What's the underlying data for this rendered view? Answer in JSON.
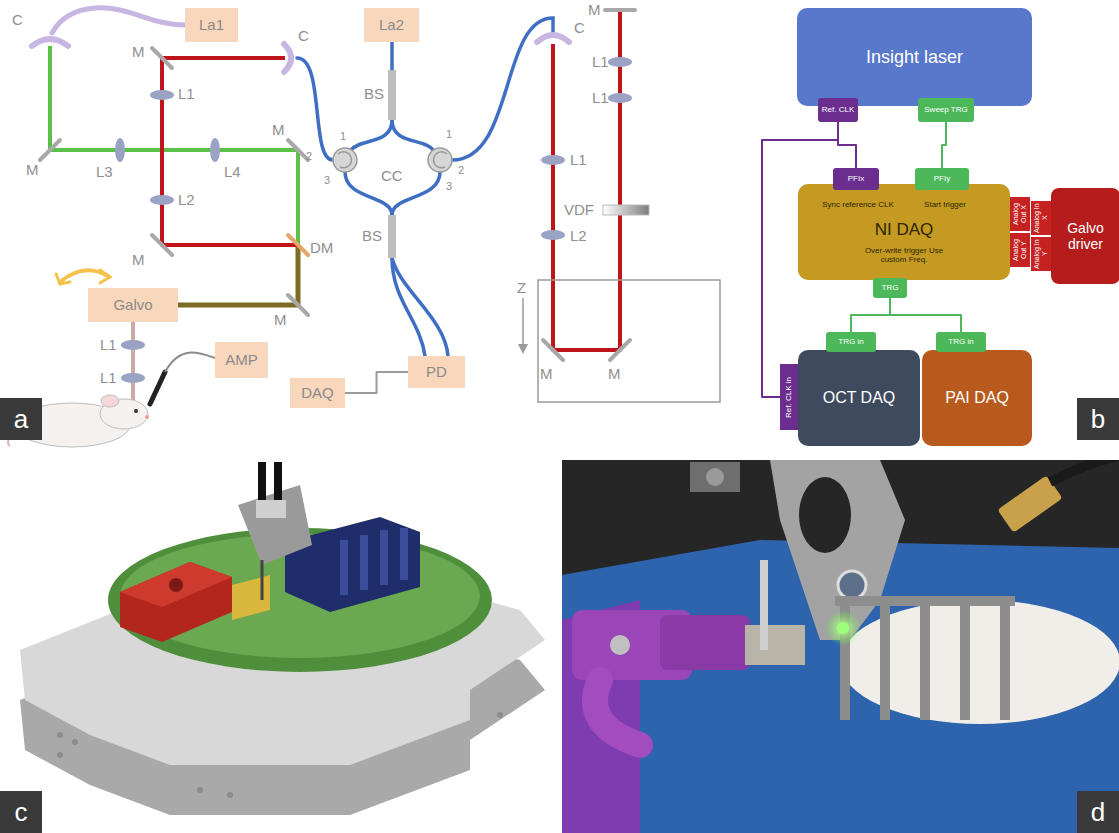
{
  "diagram": {
    "nodes": [
      {
        "text": [
          "La1"
        ]
      },
      {
        "text": [
          "La2"
        ]
      },
      {
        "text": [
          "Galvo"
        ]
      },
      {
        "text": [
          "AMP"
        ]
      },
      {
        "text": [
          "DAQ"
        ]
      },
      {
        "text": [
          "PD"
        ]
      },
      {
        "text": [
          "Insight laser"
        ]
      },
      {
        "text": [
          "Ref. CLK"
        ],
        "in": 6
      },
      {
        "text": [
          "Sweep TRG"
        ],
        "in": 6
      },
      {
        "text": [
          "NI DAQ",
          "Sync reference CLK",
          "Start trigger",
          "Over-write trigger Use custom Freq."
        ]
      },
      {
        "text": [
          "PFIx"
        ],
        "in": 9
      },
      {
        "text": [
          "PFIy"
        ],
        "in": 9
      },
      {
        "text": [
          "Analog Out X"
        ],
        "in": 9
      },
      {
        "text": [
          "Analog Out Y"
        ],
        "in": 9
      },
      {
        "text": [
          "TRG"
        ],
        "in": 9
      },
      {
        "text": [
          "Galvo driver"
        ]
      },
      {
        "text": [
          "Analog In X"
        ],
        "in": 15
      },
      {
        "text": [
          "Analog In Y"
        ],
        "in": 15
      },
      {
        "text": [
          "OCT DAQ"
        ]
      },
      {
        "text": [
          "TRG in"
        ],
        "in": 18
      },
      {
        "text": [
          "Ref. CLK in"
        ],
        "in": 18
      },
      {
        "text": [
          "PAI DAQ"
        ]
      },
      {
        "text": [
          "TRG in"
        ],
        "in": 21
      }
    ],
    "edges": [
      {
        "from": 4,
        "to": 5,
        "arrow": "none"
      },
      {
        "from": 7,
        "to": 10,
        "arrow": "none"
      },
      {
        "from": 7,
        "to": 20,
        "arrow": "none"
      },
      {
        "from": 8,
        "to": 11,
        "arrow": "none"
      },
      {
        "from": 14,
        "to": 19,
        "arrow": "none"
      },
      {
        "from": 14,
        "to": 22,
        "arrow": "none"
      }
    ],
    "labels": [
      "C",
      "M",
      "L1",
      "C",
      "M",
      "L3",
      "L4",
      "M",
      "L2",
      "M",
      "DM",
      "M",
      "L1",
      "L1",
      "BS",
      "1",
      "2",
      "3",
      "1",
      "2",
      "3",
      "CC",
      "BS",
      "C",
      "L1",
      "L2",
      "M",
      "L1",
      "L1",
      "VDF",
      "Z",
      "M",
      "M",
      "a",
      "b",
      "c",
      "d"
    ]
  }
}
